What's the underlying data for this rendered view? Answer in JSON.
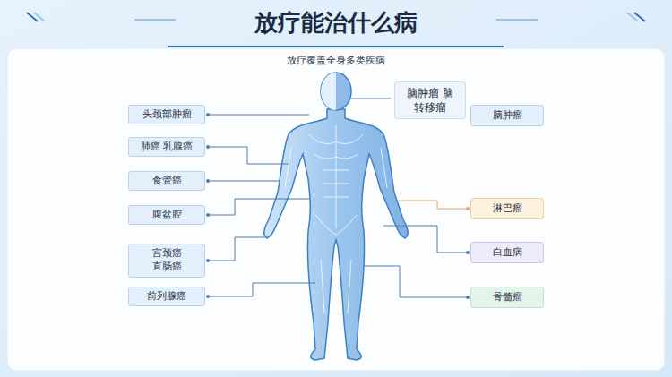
{
  "diagram": {
    "title": "放疗能治什么病",
    "nodes": [
      {
        "text": [
          "头颈部肿瘤"
        ]
      },
      {
        "text": [
          "肺癌 乳腺癌"
        ]
      },
      {
        "text": [
          "食管癌"
        ]
      },
      {
        "text": [
          "腹盆腔"
        ]
      },
      {
        "text": [
          "宫颈癌 直肠癌"
        ]
      },
      {
        "text": [
          "前列腺癌"
        ]
      },
      {
        "text": [
          "脑肿瘤 脑转移瘤"
        ]
      },
      {
        "text": [
          "脑肿瘤"
        ]
      },
      {
        "text": [
          "淋巴瘤"
        ]
      },
      {
        "text": [
          "白血病"
        ]
      },
      {
        "text": [
          "骨髓瘤"
        ]
      }
    ],
    "labels": [
      "放疗覆盖全身多类疾病"
    ]
  }
}
